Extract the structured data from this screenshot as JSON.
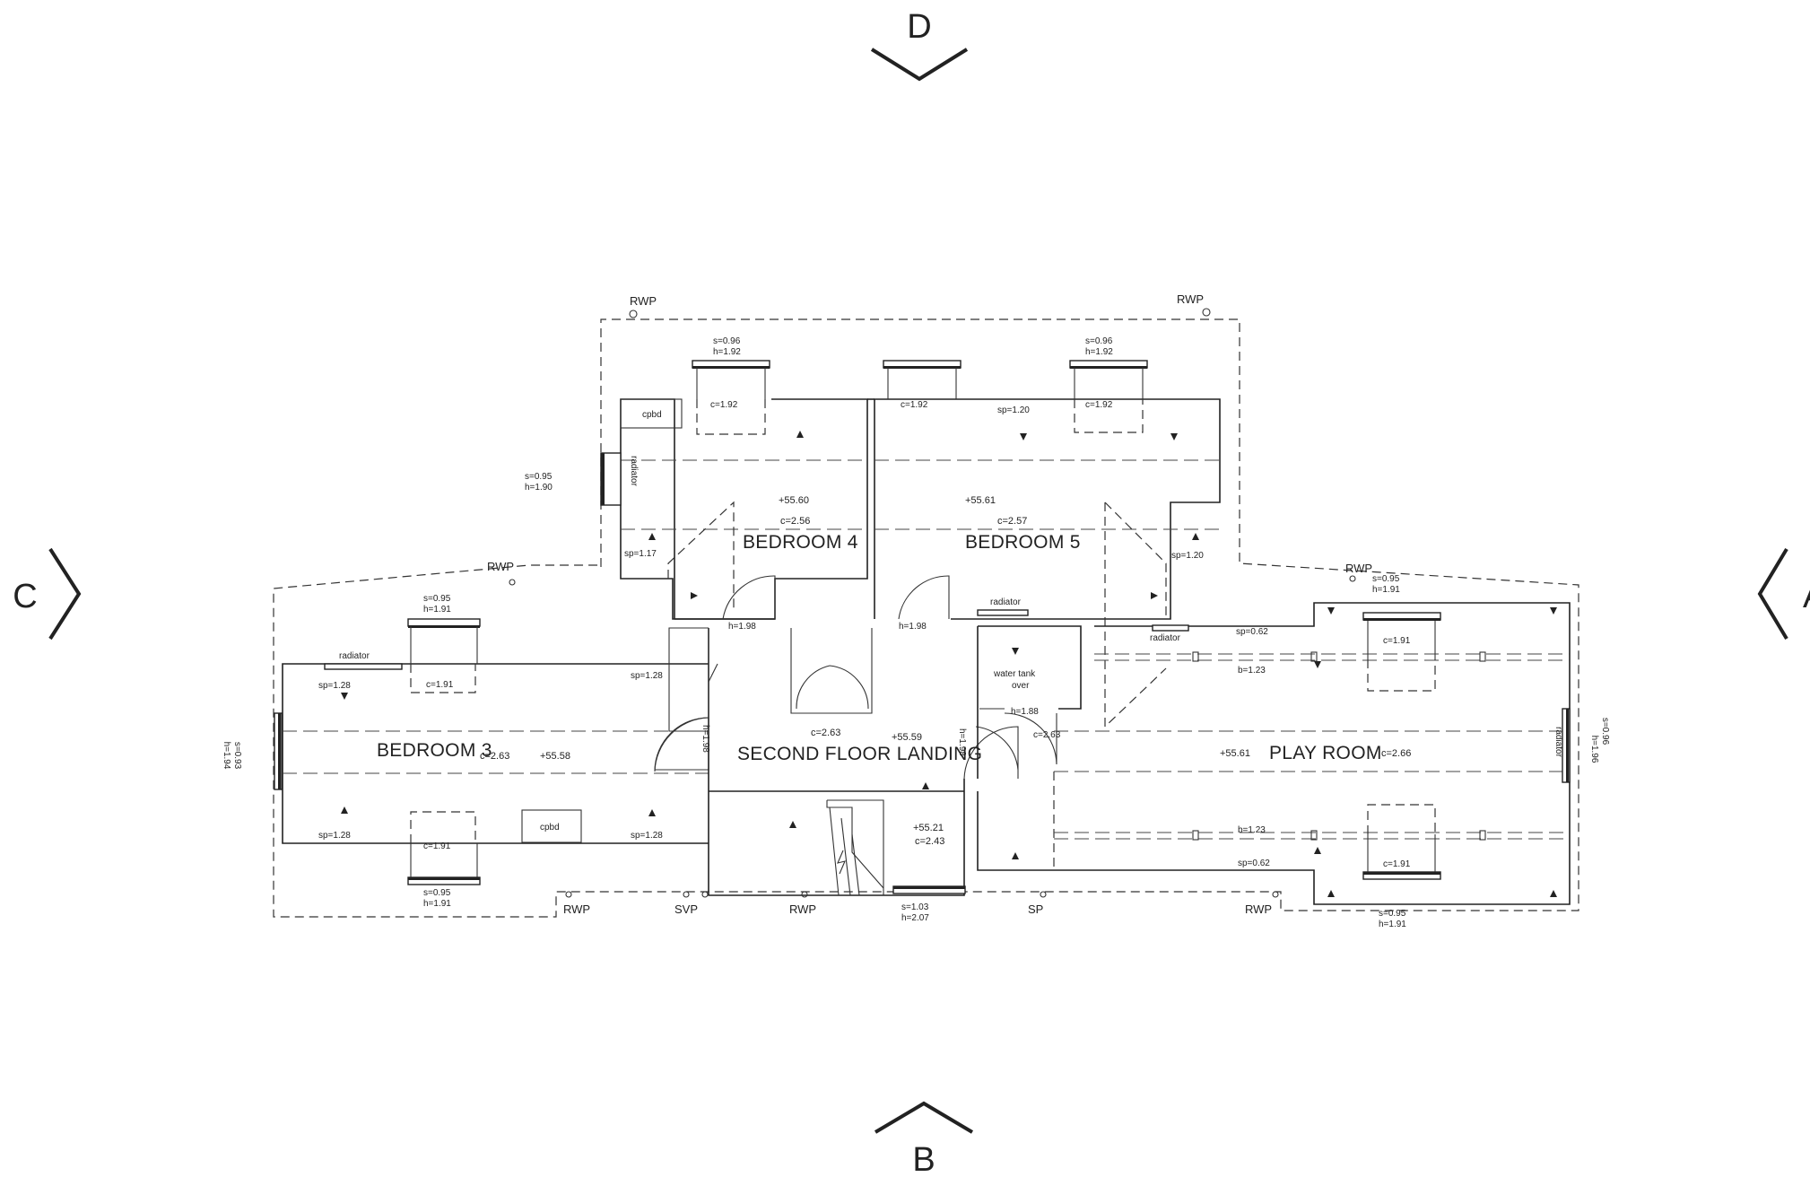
{
  "compass": {
    "top": "D",
    "left": "C",
    "right": "A",
    "bottom": "B"
  },
  "rooms": {
    "bedroom3": "BEDROOM 3",
    "bedroom4": "BEDROOM 4",
    "bedroom5": "BEDROOM 5",
    "landing": "SECOND FLOOR LANDING",
    "playroom": "PLAY ROOM"
  },
  "labels": {
    "rwp": "RWP",
    "svp": "SVP",
    "sp": "SP",
    "cpbd": "cpbd",
    "radiator": "radiator",
    "water_tank_1": "water tank",
    "water_tank_2": "over"
  },
  "levels": {
    "bed4": "+55.60",
    "bed5": "+55.61",
    "bed3": "+55.58",
    "landing": "+55.59",
    "stair": "+55.21",
    "play": "+55.61"
  },
  "ceilings": {
    "bed4": "c=2.56",
    "bed5": "c=2.57",
    "bed3": "c=2.63",
    "landing": "c=2.63",
    "stair": "c=2.43",
    "tank": "c=2.63",
    "play": "c=2.66",
    "w192": "c=1.92",
    "w191": "c=1.91"
  },
  "dims": {
    "s096": "s=0.96",
    "h192": "h=1.92",
    "s095": "s=0.95",
    "h190": "h=1.90",
    "h191": "h=1.91",
    "s093": "s=0.93",
    "h194": "h=1.94",
    "s103": "s=1.03",
    "h207": "h=2.07",
    "h196": "h=1.96",
    "h198": "h=1.98",
    "h188": "h=1.88",
    "sp120": "sp=1.20",
    "sp117": "sp=1.17",
    "sp128": "sp=1.28",
    "sp062": "sp=0.62",
    "b123": "b=1.23"
  }
}
